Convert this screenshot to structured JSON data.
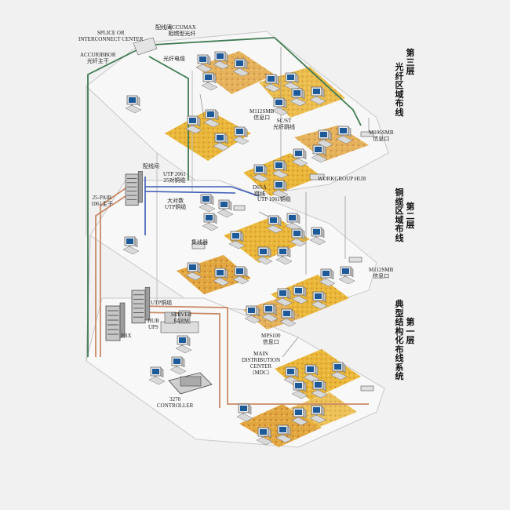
{
  "floors": {
    "third": {
      "title": "光纤区域布线",
      "floor": "第三层",
      "labels": {
        "splice": [
          "SPLICE OR",
          "INTERCONNECT CENTER"
        ],
        "peixianjian": "配线间",
        "accumax": [
          "ACCUMAX",
          "阻燃型光纤"
        ],
        "accuribbor": [
          "ACCURIBBOR",
          "光纤主干"
        ],
        "guangxiandianlan": "光纤电缆",
        "m112smb": [
          "M112SMB",
          "信息口"
        ],
        "scst": [
          "SC/ST",
          "光纤跳线"
        ],
        "m106smb": [
          "M106SMB",
          "信息口"
        ]
      }
    },
    "second": {
      "title": "铜缆区域布线",
      "floor": "第二层",
      "labels": {
        "peixianjian": "配线间",
        "utp2061": [
          "UTP 2061",
          "25对铜缆"
        ],
        "pair25": [
          "25-PAIR",
          "1061主干"
        ],
        "daduishu": [
          "大对数",
          "UTP铜缆"
        ],
        "dssa": [
          "DSSA",
          "跳线"
        ],
        "utp1061": "UTP 1061铜缆",
        "workgroup": "WORKGROUP HUB",
        "jixianqi": "集线器",
        "m112smb": [
          "M112SMB",
          "信息口"
        ]
      }
    },
    "first": {
      "title": "典型结构化布线系统",
      "floor": "第一层",
      "labels": {
        "utptonglan": "UTP铜缆",
        "server": [
          "SERVER",
          "FARM"
        ],
        "hub": [
          "HUB",
          "UPS"
        ],
        "pbx": "PBX",
        "mps100": [
          "MPS100",
          "信息口"
        ],
        "mdc": [
          "MAIN",
          "DISTRIBUTION",
          "CENTER",
          "（MDC）"
        ],
        "controller": [
          "3270",
          "CONTROLLER"
        ]
      }
    }
  },
  "colors": {
    "fiber_cable": "#3f7a52",
    "copper_backbone": "#c98a66",
    "utp_cable": "#3b5bb5",
    "floor_edge": "#c8c8c8",
    "work_area": "#e9b233"
  }
}
